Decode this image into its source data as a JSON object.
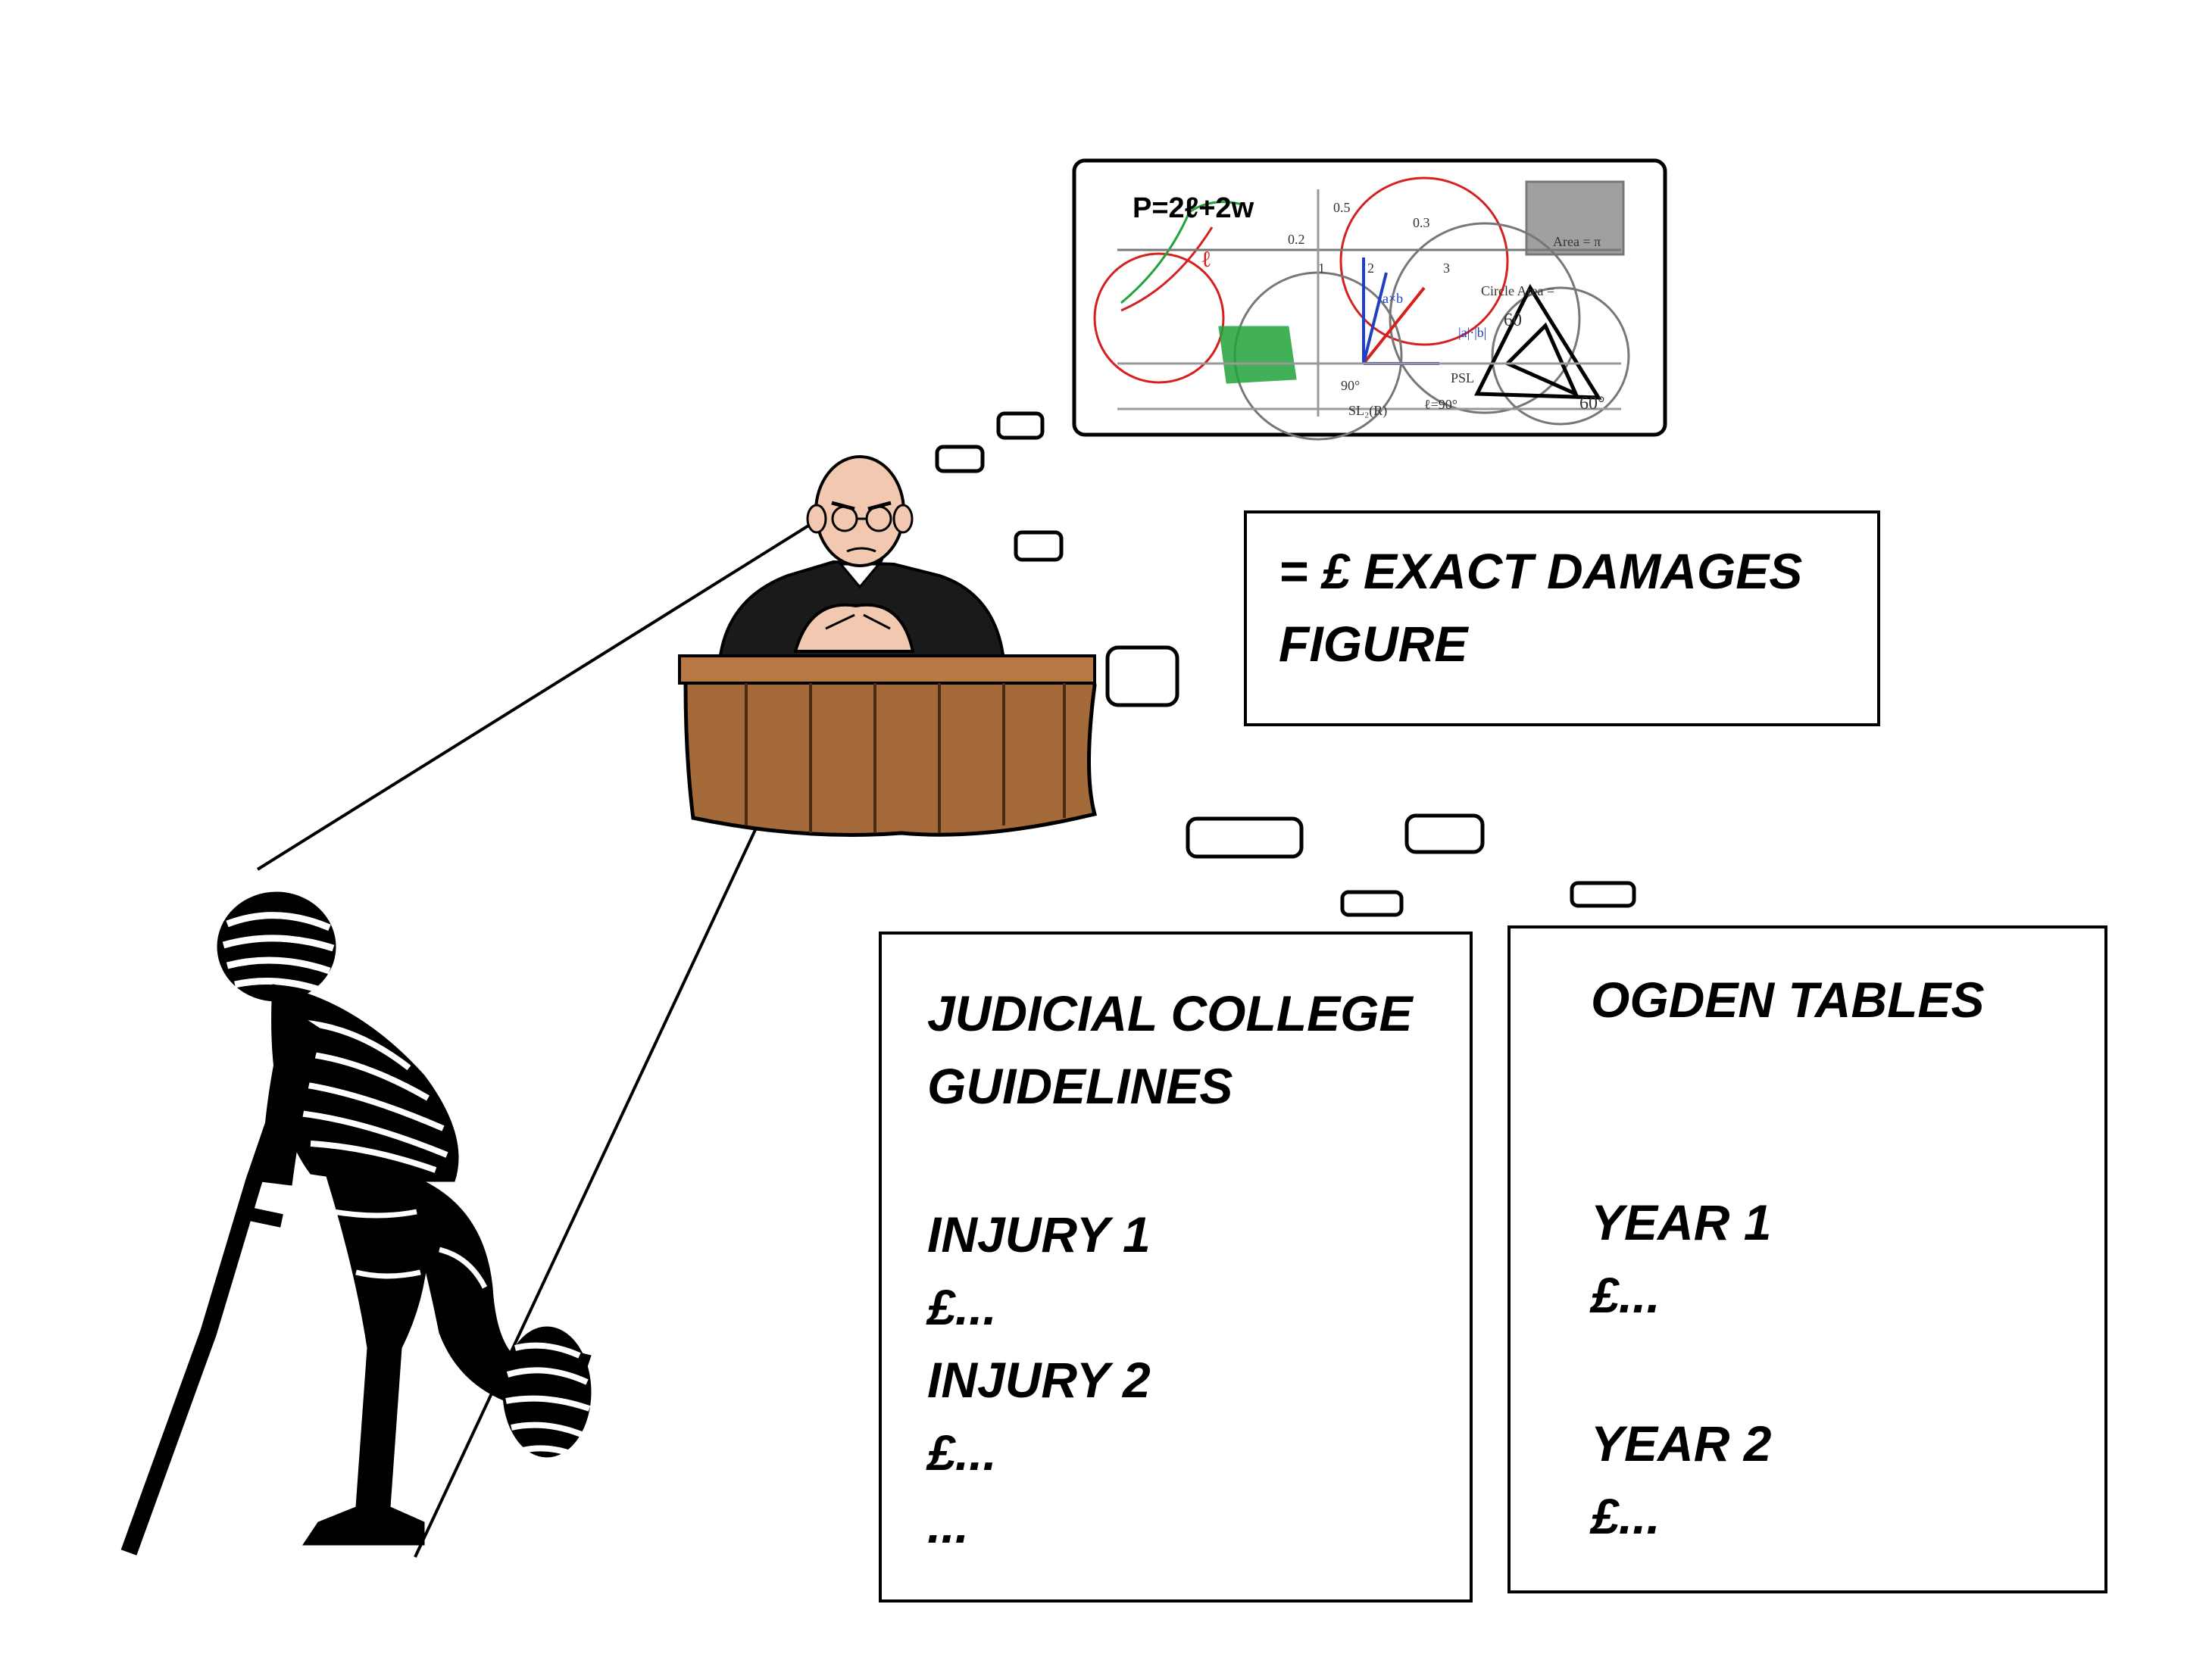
{
  "result_box": {
    "line1": "= £ EXACT DAMAGES",
    "line2": "FIGURE"
  },
  "jcg_box": {
    "title_line1": "JUDICIAL COLLEGE",
    "title_line2": "GUIDELINES",
    "injury1": "INJURY 1",
    "amount1": "£...",
    "injury2": "INJURY 2",
    "amount2": "£...",
    "more": "..."
  },
  "ogden_box": {
    "title": "OGDEN TABLES",
    "year1": "YEAR 1",
    "amount1": "£...",
    "year2": "YEAR 2",
    "amount2": "£..."
  },
  "math_image": {
    "formula": "P=2ℓ+2w",
    "labels": [
      "0.5",
      "0.3",
      "0.2",
      "1",
      "2",
      "3",
      "ℓ",
      "Area = π",
      "Circle Area =",
      "a×b",
      "|a|·|b|",
      "60",
      "90°",
      "60°",
      "PSL",
      "SL₂(R)",
      "ℓ=90°"
    ]
  },
  "colors": {
    "line": "#000000",
    "desk_wood": "#a56a3a",
    "robe": "#1a1a1a",
    "skin": "#f2c9b0",
    "math_red": "#d62020",
    "math_green": "#22a33a",
    "math_blue": "#2040c0"
  }
}
